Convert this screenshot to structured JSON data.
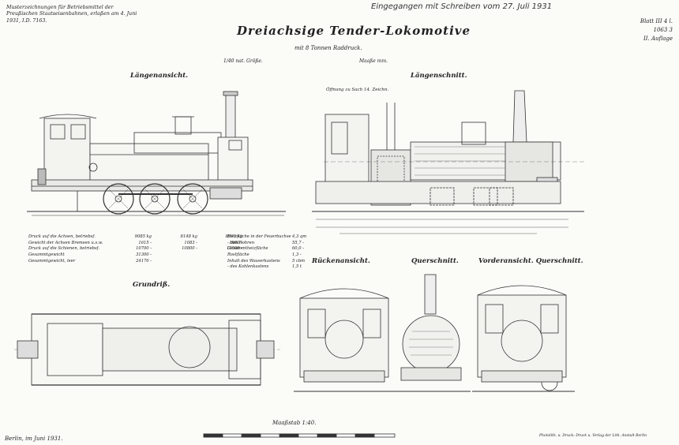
{
  "header": {
    "left_note": "Musterzeichnungen für Betriebsmittel der Preußischen Staatseisenbahnen, erlaßen am 4. Juni 1931, I.D. 7163.",
    "handwritten_note": "Eingegangen mit Schreiben vom 27. Juli 1931",
    "sheet_number": "Blatt III 4 l.",
    "sheet_code": "1063 3",
    "edition": "II. Auflage"
  },
  "title": "Dreiachsige Tender-Lokomotive",
  "subtitle": "mit 8 Tonnen Raddruck.",
  "scale_note_1": "1/40 nat. Größe.",
  "scale_note_2": "Maaße mm.",
  "views": {
    "side_view": "Längenansicht.",
    "section": "Längenschnitt.",
    "plan": "Grundriß.",
    "rear": "Rückenansicht.",
    "cross_section": "Querschnitt.",
    "front": "Vorderansicht. Querschnitt."
  },
  "section_note": "Öffnung zu Sach 14. Zeichn.",
  "data_table": [
    {
      "label": "Druck auf die Achsen, betriebsf.",
      "a": "9085 kg",
      "b": "8148 kg",
      "c": "8900 kg"
    },
    {
      "label": "Gewicht der Achsen Bremsen u.s.w.",
      "a": "1615 -",
      "b": "1083 -",
      "c": "1600 -"
    },
    {
      "label": "Druck auf die Schienen, betriebsf.",
      "a": "10700 -",
      "b": "10800 -",
      "c": "10500 -"
    },
    {
      "label": "Gesammtgewicht",
      "a": "31300 -",
      "b": "",
      "c": ""
    },
    {
      "label": "Gesammtgewicht, leer",
      "a": "24170 -",
      "b": "",
      "c": ""
    }
  ],
  "data_table_2": [
    {
      "label": "Heizfläche in der Feuerbuchse",
      "v": "4,3 qm"
    },
    {
      "label": "- den Rohren",
      "v": "55,7 -"
    },
    {
      "label": "Gesammtheizfläche",
      "v": "60,0 -"
    },
    {
      "label": "Rostfläche",
      "v": "1,3 -"
    },
    {
      "label": "Inhalt des Wasserkastens",
      "v": "5 cbm"
    },
    {
      "label": "- des Kohlenkastens",
      "v": "1,5 t"
    }
  ],
  "scale_bar_label": "Maaßstab 1:40.",
  "footer_left": "Berlin, im Juni 1931.",
  "footer_print": "Photolith. u. Druck: Druck u. Verlag der Lith. Anstalt Berlin"
}
